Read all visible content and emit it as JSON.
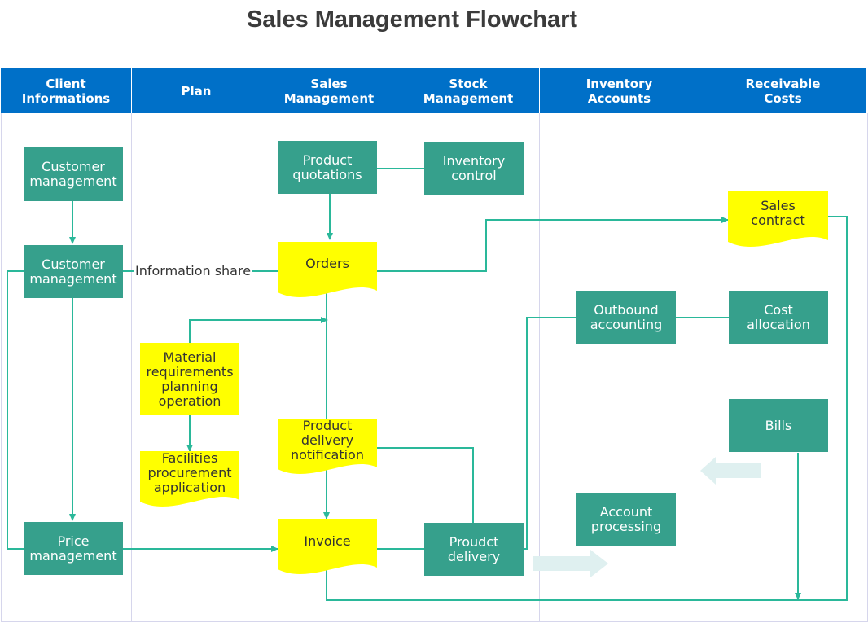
{
  "title": "Sales Management Flowchart",
  "lanes": [
    {
      "label": "Client\nInformations"
    },
    {
      "label": "Plan"
    },
    {
      "label": "Sales\nManagement"
    },
    {
      "label": "Stock\nManagement"
    },
    {
      "label": "Inventory\nAccounts"
    },
    {
      "label": "Receivable\nCosts"
    }
  ],
  "nodes": {
    "customer_management_1": "Customer\nmanagement",
    "customer_management_2": "Customer\nmanagement",
    "price_management": "Price\nmanagement",
    "material_requirements": "Material\nrequirements\nplanning\noperation",
    "facilities_procurement": "Facilities\nprocurement\napplication",
    "product_quotations": "Product\nquotations",
    "orders": "Orders",
    "product_delivery_notification": "Product\ndelivery\nnotification",
    "invoice": "Invoice",
    "inventory_control": "Inventory\ncontrol",
    "proudct_delivery": "Proudct\ndelivery",
    "outbound_accounting": "Outbound\naccounting",
    "account_processing": "Account\nprocessing",
    "sales_contract": "Sales\ncontract",
    "cost_allocation": "Cost\nallocation",
    "bills": "Bills"
  },
  "edge_labels": {
    "information_share": "Information share"
  },
  "colors": {
    "header": "#0070c8",
    "process": "#36a08c",
    "document": "#ffff00",
    "connector": "#2ab89a",
    "hint_arrow": "#dff0f0"
  }
}
